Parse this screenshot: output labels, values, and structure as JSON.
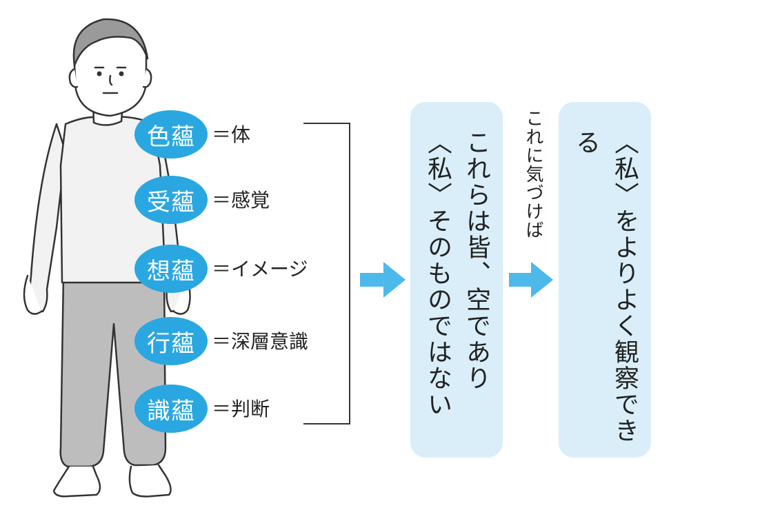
{
  "skandhas": [
    {
      "badge": "色蘊",
      "meaning": "＝体"
    },
    {
      "badge": "受蘊",
      "meaning": "＝感覚"
    },
    {
      "badge": "想蘊",
      "meaning": "＝イメージ"
    },
    {
      "badge": "行蘊",
      "meaning": "＝深層意識"
    },
    {
      "badge": "識蘊",
      "meaning": "＝判断"
    }
  ],
  "panel1": {
    "line1": "これらは皆、空であり",
    "line2": "〈私〉そのものではない"
  },
  "connector": "これに気づけば",
  "panel2": {
    "line1": "〈私〉をよりよく観察できる"
  },
  "colors": {
    "badge": "#2aa7e1",
    "arrow": "#4db9ea",
    "panel": "#d9eef9"
  }
}
